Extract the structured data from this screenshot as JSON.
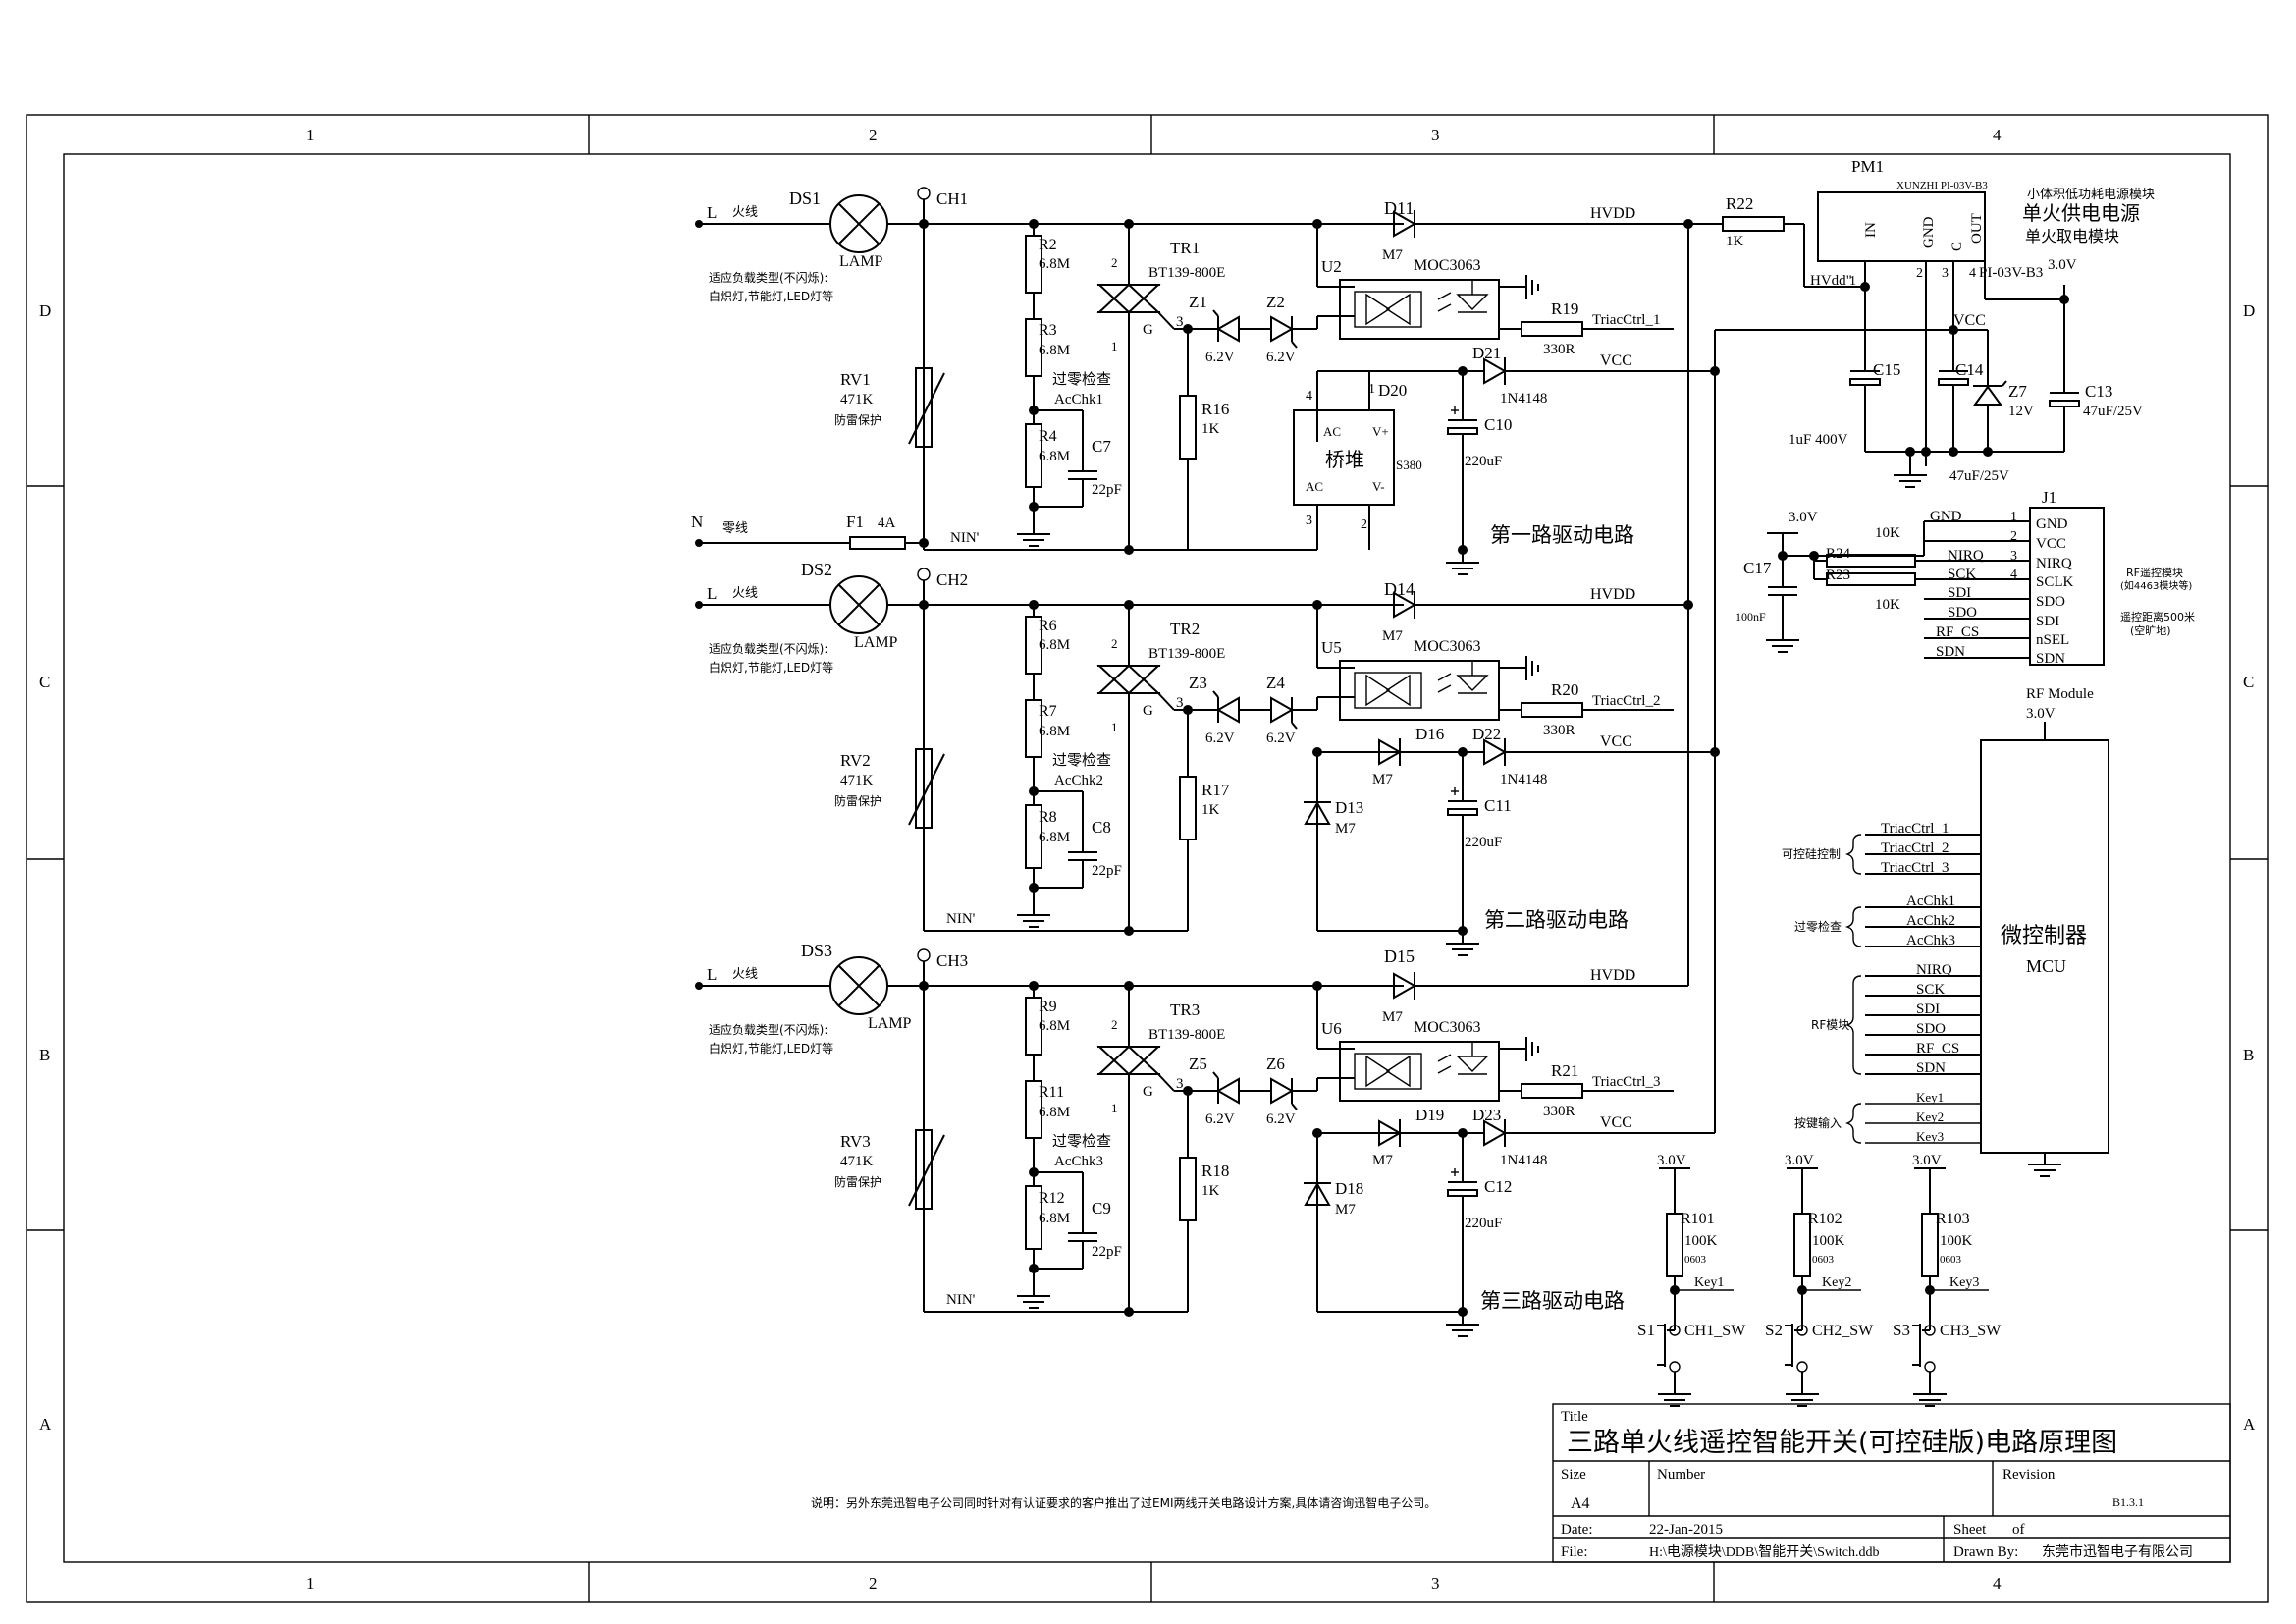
{
  "frame": {
    "cols": [
      "1",
      "2",
      "3",
      "4"
    ],
    "rows": [
      "D",
      "C",
      "B",
      "A"
    ]
  },
  "title_block": {
    "title_label": "Title",
    "title": "三路单火线遥控智能开关(可控硅版)电路原理图",
    "size_label": "Size",
    "size": "A4",
    "number_label": "Number",
    "revision_label": "Revision",
    "revision": "B1.3.1",
    "date_label": "Date:",
    "date": "22-Jan-2015",
    "sheet_label": "Sheet",
    "of_label": "of",
    "file_label": "File:",
    "file": "H:\\电源模块\\DDB\\智能开关\\Switch.ddb",
    "drawn_label": "Drawn By:",
    "drawn_by": "东莞市迅智电子有限公司"
  },
  "note": "说明：另外东莞迅智电子公司同时针对有认证要求的客户推出了过EMI两线开关电路设计方案,具体请咨询迅智电子公司。",
  "channels": [
    {
      "live": "L",
      "live_cn": "火线",
      "lamp": "DS1",
      "lamp_type": "LAMP",
      "load_note1": "适应负载类型(不闪烁):",
      "load_note2": "白炽灯,节能灯,LED灯等",
      "ch": "CH1",
      "rv": "RV1",
      "rv_val": "471K",
      "rv_note": "防雷保护",
      "ra": "R2",
      "ra_val": "6.8M",
      "rb": "R3",
      "rb_val": "6.8M",
      "rc": "R4",
      "rc_val": "6.8M",
      "zc": "过零检查",
      "acchk": "AcChk1",
      "c": "C7",
      "c_val": "22pF",
      "tr": "TR1",
      "tr_val": "BT139-800E",
      "za": "Z1",
      "zb": "Z2",
      "z_val": "6.2V",
      "rg": "R16",
      "rg_val": "1K",
      "u": "U2",
      "u_val": "MOC3063",
      "rs": "R19",
      "rs_val": "330R",
      "ctrl": "TriacCtrl_1",
      "dh": "D11",
      "d_val": "M7",
      "dv": "D21",
      "dv_val": "1N4148",
      "cap": "C10",
      "cap_val": "220uF",
      "drv": "第一路驱动电路",
      "nin": "NIN'",
      "hvdd": "HVDD",
      "vcc": "VCC",
      "g": "G"
    },
    {
      "live": "L",
      "live_cn": "火线",
      "lamp": "DS2",
      "lamp_type": "LAMP",
      "load_note1": "适应负载类型(不闪烁):",
      "load_note2": "白炽灯,节能灯,LED灯等",
      "ch": "CH2",
      "rv": "RV2",
      "rv_val": "471K",
      "rv_note": "防雷保护",
      "ra": "R6",
      "ra_val": "6.8M",
      "rb": "R7",
      "rb_val": "6.8M",
      "rc": "R8",
      "rc_val": "6.8M",
      "zc": "过零检查",
      "acchk": "AcChk2",
      "c": "C8",
      "c_val": "22pF",
      "tr": "TR2",
      "tr_val": "BT139-800E",
      "za": "Z3",
      "zb": "Z4",
      "z_val": "6.2V",
      "rg": "R17",
      "rg_val": "1K",
      "u": "U5",
      "u_val": "MOC3063",
      "rs": "R20",
      "rs_val": "330R",
      "ctrl": "TriacCtrl_2",
      "dh": "D14",
      "d_val": "M7",
      "dm": "D16",
      "dv": "D22",
      "dv_val": "1N4148",
      "dd": "D13",
      "cap": "C11",
      "cap_val": "220uF",
      "drv": "第二路驱动电路",
      "nin": "NIN'",
      "hvdd": "HVDD",
      "vcc": "VCC",
      "g": "G"
    },
    {
      "live": "L",
      "live_cn": "火线",
      "lamp": "DS3",
      "lamp_type": "LAMP",
      "load_note1": "适应负载类型(不闪烁):",
      "load_note2": "白炽灯,节能灯,LED灯等",
      "ch": "CH3",
      "rv": "RV3",
      "rv_val": "471K",
      "rv_note": "防雷保护",
      "ra": "R9",
      "ra_val": "6.8M",
      "rb": "R11",
      "rb_val": "6.8M",
      "rc": "R12",
      "rc_val": "6.8M",
      "zc": "过零检查",
      "acchk": "AcChk3",
      "c": "C9",
      "c_val": "22pF",
      "tr": "TR3",
      "tr_val": "BT139-800E",
      "za": "Z5",
      "zb": "Z6",
      "z_val": "6.2V",
      "rg": "R18",
      "rg_val": "1K",
      "u": "U6",
      "u_val": "MOC3063",
      "rs": "R21",
      "rs_val": "330R",
      "ctrl": "TriacCtrl_3",
      "dh": "D15",
      "d_val": "M7",
      "dm": "D19",
      "dv": "D23",
      "dv_val": "1N4148",
      "dd": "D18",
      "cap": "C12",
      "cap_val": "220uF",
      "drv": "第三路驱动电路",
      "nin": "NIN'",
      "hvdd": "HVDD",
      "vcc": "VCC",
      "g": "G"
    }
  ],
  "neutral": {
    "n": "N",
    "n_cn": "零线",
    "fuse": "F1",
    "fuse_val": "4A"
  },
  "bridge": {
    "name": "D20",
    "label": "桥堆",
    "part": "S380",
    "ac": "AC",
    "vp": "V+",
    "vn": "V-"
  },
  "power": {
    "r22": "R22",
    "r22_val": "1K",
    "pm": "PM1",
    "pm_part": "XUNZHI PI-03V-B3",
    "pm_desc1": "小体积低功耗电源模块",
    "pm_desc2": "单火供电电源",
    "pm_desc3": "单火取电模块",
    "pin_in": "IN",
    "pin_gnd": "GND",
    "pin_c": "C",
    "pin_out": "OUT",
    "hvdd_in": "HVdd\"",
    "out_name": "PI-03V-B3",
    "v3": "3.0V",
    "vcc": "VCC",
    "c15": "C15",
    "c15_val": "1uF 400V",
    "c14": "C14",
    "c14_val": "47uF/25V",
    "z7": "Z7",
    "z7_val": "12V",
    "c13": "C13",
    "c13_val": "47uF/25V"
  },
  "rf": {
    "v": "3.0V",
    "c17": "C17",
    "c17_val": "100nF",
    "r24": "R24",
    "r23": "R23",
    "r_val": "10K",
    "j1": "J1",
    "module": "RF Module",
    "nets": [
      "GND",
      "",
      "NIRQ",
      "SCK",
      "SDI",
      "SDO",
      "RF_CS",
      "SDN"
    ],
    "pins": [
      "GND",
      "VCC",
      "NIRQ",
      "SCLK",
      "SDO",
      "SDI",
      "nSEL",
      "SDN"
    ],
    "note1": "RF遥控模块",
    "note2": "(如4463模块等)",
    "note3": "遥控距离500米",
    "note4": "(空旷地)"
  },
  "mcu": {
    "v": "3.0V",
    "name1": "微控制器",
    "name2": "MCU",
    "g1": "可控硅控制",
    "g1_pins": [
      "TriacCtrl_1",
      "TriacCtrl_2",
      "TriacCtrl_3"
    ],
    "g2": "过零检查",
    "g2_pins": [
      "AcChk1",
      "AcChk2",
      "AcChk3"
    ],
    "g3": "RF模块",
    "g3_pins": [
      "NIRQ",
      "SCK",
      "SDI",
      "SDO",
      "RF_CS",
      "SDN"
    ],
    "g4": "按键输入",
    "g4_pins": [
      "Key1",
      "Key2",
      "Key3"
    ]
  },
  "keys": [
    {
      "v": "3.0V",
      "r": "R101",
      "r_val": "100K",
      "pkg": "0603",
      "net": "Key1",
      "s": "S1",
      "sw": "CH1_SW"
    },
    {
      "v": "3.0V",
      "r": "R102",
      "r_val": "100K",
      "pkg": "0603",
      "net": "Key2",
      "s": "S2",
      "sw": "CH2_SW"
    },
    {
      "v": "3.0V",
      "r": "R103",
      "r_val": "100K",
      "pkg": "0603",
      "net": "Key3",
      "s": "S3",
      "sw": "CH3_SW"
    }
  ],
  "misc": {
    "pin1": "1",
    "pin2": "2",
    "pin3": "3",
    "pin4": "4"
  }
}
